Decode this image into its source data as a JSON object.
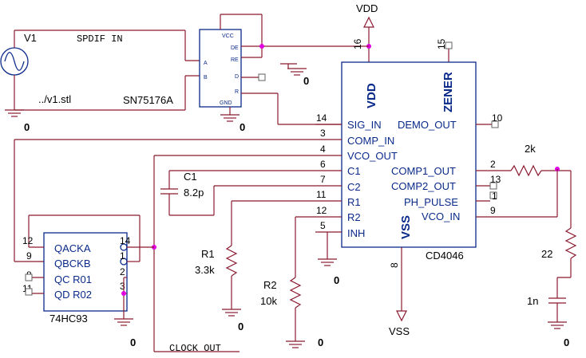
{
  "components": {
    "v1": {
      "ref": "V1",
      "stimulus": "../v1.stl"
    },
    "sn75176": {
      "ref": "SN75176A",
      "pins": {
        "vcc": "VCC",
        "de": "DE",
        "re": "RE",
        "a": "A",
        "b": "B",
        "d": "D",
        "r": "R",
        "gnd": "GND"
      }
    },
    "cd4046": {
      "ref": "CD4046",
      "top_pins": {
        "vdd": "VDD",
        "zener": "ZENER"
      },
      "left_pins": [
        "SIG_IN",
        "COMP_IN",
        "VCO_OUT",
        "C1",
        "C2",
        "R1",
        "R2",
        "INH"
      ],
      "right_pins": [
        "DEMO_OUT",
        "COMP1_OUT",
        "COMP2_OUT",
        "PH_PULSE",
        "VCO_IN"
      ],
      "vss_label": "VSS",
      "left_pin_numbers": [
        "14",
        "3",
        "4",
        "6",
        "7",
        "11",
        "12",
        "5"
      ],
      "right_pin_numbers": [
        "10",
        "2",
        "13",
        "1",
        "9"
      ],
      "top_pin_numbers": [
        "16",
        "15"
      ],
      "bottom_pin_number": "8"
    },
    "hc93": {
      "ref": "74HC93",
      "pins": [
        "QACKA",
        "QBCKB",
        "QC R01",
        "QD R02"
      ],
      "left_pin_numbers": [
        "12",
        "9",
        "8",
        "11"
      ],
      "right_pin_numbers": [
        "14",
        "1",
        "2",
        "3"
      ]
    },
    "c1": {
      "ref": "C1",
      "value": "8.2p"
    },
    "r1": {
      "ref": "R1",
      "value": "3.3k"
    },
    "r2": {
      "ref": "R2",
      "value": "10k"
    },
    "r3": {
      "value": "2k"
    },
    "r4": {
      "value": "22"
    },
    "c2": {
      "value": "1n"
    }
  },
  "nets": {
    "spdif_in": "SPDIF IN",
    "clock_out": "CLOCK OUT",
    "vdd": "VDD",
    "vss": "VSS",
    "ground": "0"
  },
  "colors": {
    "wire": "#8b1a2f",
    "component": "#0a2a8a",
    "junction": "#e000e0"
  }
}
